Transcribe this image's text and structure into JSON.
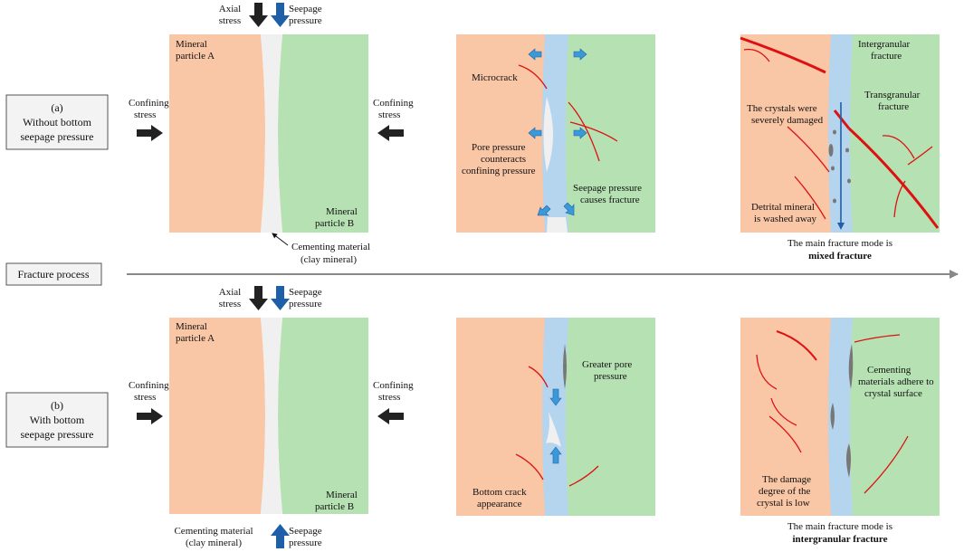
{
  "colors": {
    "mineral_a": "#f9c6a6",
    "mineral_b": "#b6e2b3",
    "cement": "#f0f0f0",
    "seepage": "#b5d5ef",
    "arrow_dark": "#222222",
    "arrow_blue": "#1f5fa8",
    "small_arrow": "#3a9ad9",
    "crack": "#dd1111",
    "detrital": "#777777",
    "timeline": "#888888",
    "box_fill": "#f3f3f3",
    "box_stroke": "#555555"
  },
  "labels": {
    "row_a_line1": "(a)",
    "row_a_line2": "Without bottom",
    "row_a_line3": "seepage pressure",
    "row_b_line1": "(b)",
    "row_b_line2": "With bottom",
    "row_b_line3": "seepage pressure",
    "fracture_process": "Fracture process",
    "axial_1": "Axial",
    "axial_2": "stress",
    "seepage_1": "Seepage",
    "seepage_2": "pressure",
    "confining_1": "Confining",
    "confining_2": "stress",
    "mineral_a_1": "Mineral",
    "mineral_a_2": "particle A",
    "mineral_b_1": "Mineral",
    "mineral_b_2": "particle B",
    "cement_1": "Cementing material",
    "cement_2": "(clay mineral)",
    "microcrack": "Microcrack",
    "pore_1": "Pore pressure",
    "pore_2": "counteracts",
    "pore_3": "confining pressure",
    "seep_frac_1": "Seepage pressure",
    "seep_frac_2": "causes fracture",
    "intergranular_1": "Intergranular",
    "intergranular_2": "fracture",
    "crystals_1": "The crystals were",
    "crystals_2": "severely damaged",
    "transgranular_1": "Transgranular",
    "transgranular_2": "fracture",
    "detrital_1": "Detrital mineral",
    "detrital_2": "is washed away",
    "mode_a_1": "The main fracture mode is",
    "mode_a_2": "mixed fracture",
    "greater_1": "Greater pore",
    "greater_2": "pressure",
    "bottom_1": "Bottom crack",
    "bottom_2": "appearance",
    "cem_adhere_1": "Cementing",
    "cem_adhere_2": "materials adhere to",
    "cem_adhere_3": "crystal surface",
    "damage_1": "The damage",
    "damage_2": "degree of the",
    "damage_3": "crystal is low",
    "mode_b_1": "The main fracture mode is",
    "mode_b_2": "intergranular fracture"
  }
}
